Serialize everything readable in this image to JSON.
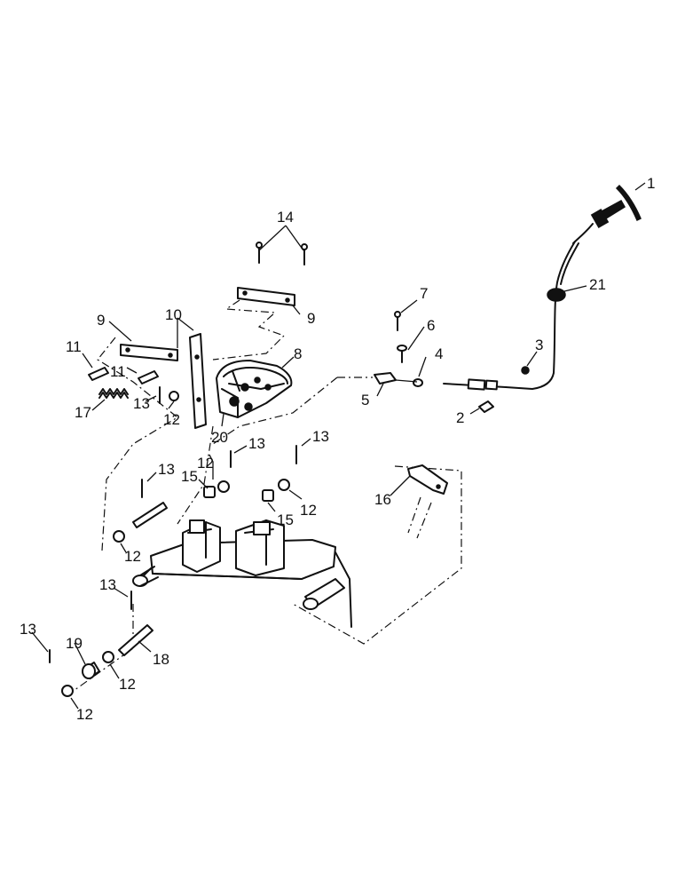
{
  "callouts": {
    "c1": "1",
    "c2": "2",
    "c3": "3",
    "c4": "4",
    "c5": "5",
    "c6": "6",
    "c7": "7",
    "c8": "8",
    "c9a": "9",
    "c9b": "9",
    "c10": "10",
    "c11a": "11",
    "c11b": "11",
    "c12a": "12",
    "c12b": "12",
    "c12c": "12",
    "c12d": "12",
    "c12e": "12",
    "c12f": "12",
    "c13a": "13",
    "c13b": "13",
    "c13c": "13",
    "c13d": "13",
    "c13e": "13",
    "c13f": "13",
    "c14": "14",
    "c15a": "15",
    "c15b": "15",
    "c16": "16",
    "c17": "17",
    "c18": "18",
    "c19": "19",
    "c20": "20",
    "c21": "21"
  }
}
